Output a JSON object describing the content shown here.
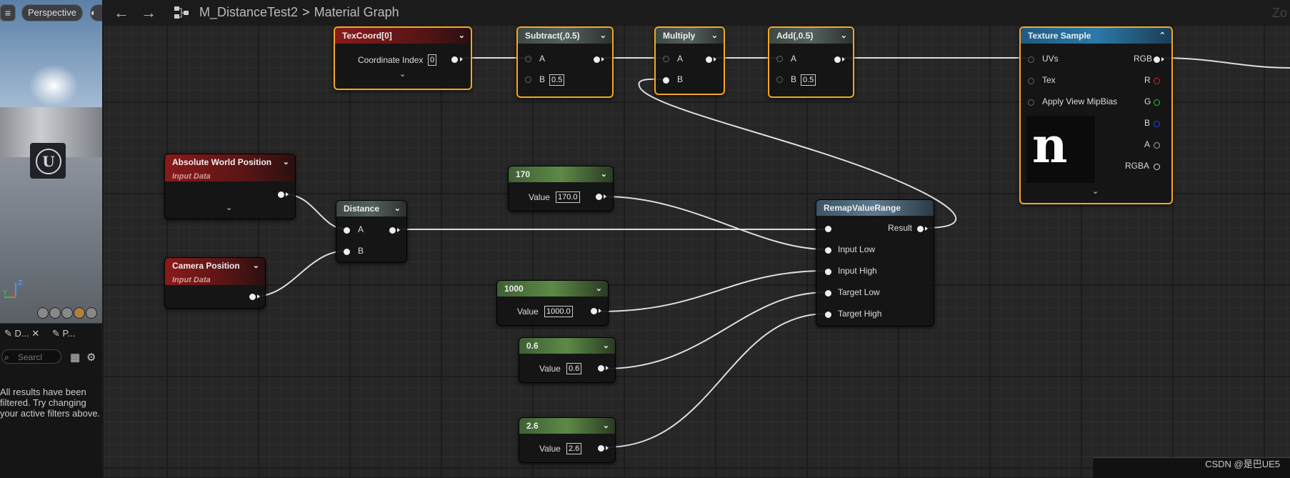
{
  "viewport": {
    "menu_icon": "≡",
    "perspective_label": "Perspective",
    "realtime_icon": "◐",
    "axis_z": "Z",
    "axis_y": "Y"
  },
  "details_panel": {
    "tab_details": "D...",
    "tab_params": "P...",
    "search_placeholder": "Searcl",
    "filter_message": "All results have been filtered. Try changing your active filters above."
  },
  "toolbar": {
    "back_icon": "←",
    "forward_icon": "→",
    "breadcrumb_asset": "M_DistanceTest2",
    "breadcrumb_sep": ">",
    "breadcrumb_graph": "Material Graph",
    "zoom_text": "Zo"
  },
  "nodes": {
    "texcoord": {
      "title": "TexCoord[0]",
      "row_label": "Coordinate Index",
      "value": "0"
    },
    "subtract": {
      "title": "Subtract(,0.5)",
      "pin_a": "A",
      "pin_b": "B",
      "b_value": "0.5"
    },
    "multiply": {
      "title": "Multiply",
      "pin_a": "A",
      "pin_b": "B"
    },
    "add": {
      "title": "Add(,0.5)",
      "pin_a": "A",
      "pin_b": "B",
      "b_value": "0.5"
    },
    "texture_sample": {
      "title": "Texture Sample",
      "inputs": [
        "UVs",
        "Tex",
        "Apply View MipBias"
      ],
      "outputs": [
        "RGB",
        "R",
        "G",
        "B",
        "A",
        "RGBA"
      ]
    },
    "abs_world_pos": {
      "title": "Absolute World Position",
      "subtitle": "Input Data"
    },
    "camera_pos": {
      "title": "Camera Position",
      "subtitle": "Input Data"
    },
    "distance": {
      "title": "Distance",
      "pin_a": "A",
      "pin_b": "B"
    },
    "const_170": {
      "title": "170",
      "label": "Value",
      "value": "170.0"
    },
    "const_1000": {
      "title": "1000",
      "label": "Value",
      "value": "1000.0"
    },
    "const_06": {
      "title": "0.6",
      "label": "Value",
      "value": "0.6"
    },
    "const_26": {
      "title": "2.6",
      "label": "Value",
      "value": "2.6"
    },
    "remap": {
      "title": "RemapValueRange",
      "output": "Result",
      "inputs": [
        "Input Low",
        "Input High",
        "Target Low",
        "Target High"
      ]
    }
  },
  "watermark": "CSDN @是巴UE5",
  "colors": {
    "selected_outline": "#f5a623",
    "pin_r": "#e02020",
    "pin_g": "#20d020",
    "pin_b": "#2040ff"
  }
}
